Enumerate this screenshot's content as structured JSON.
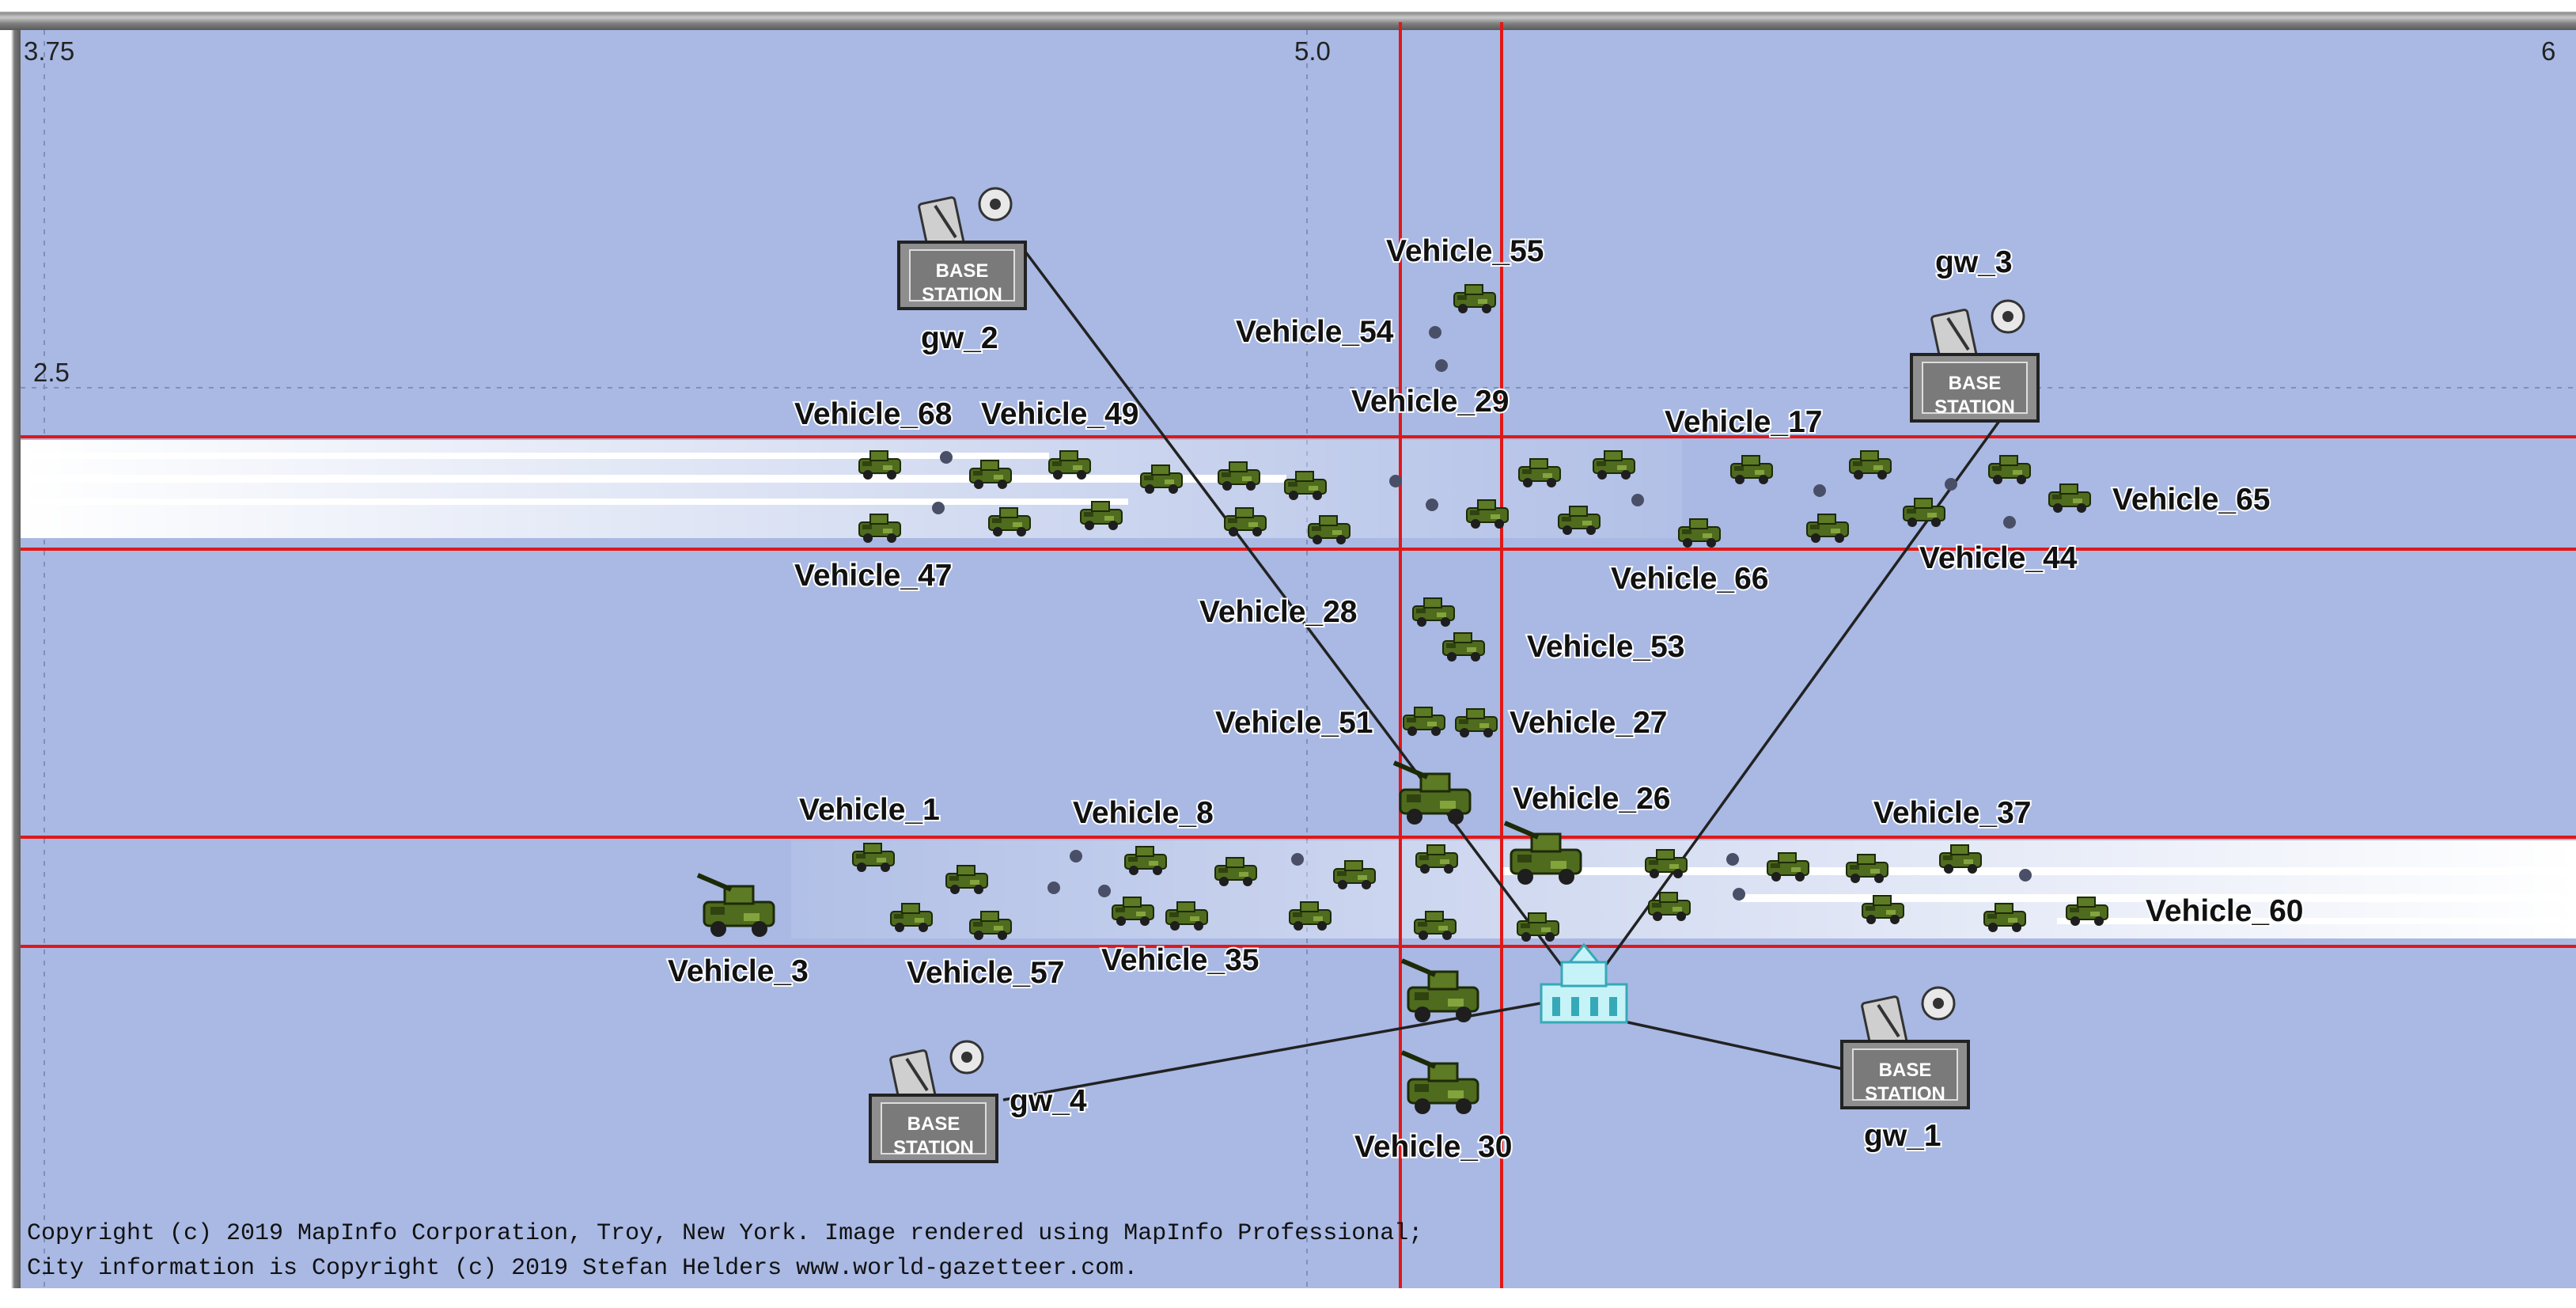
{
  "axis": {
    "x_labels": [
      "3.75",
      "5.0",
      "6"
    ],
    "y_labels": [
      "2.5"
    ]
  },
  "colors": {
    "map_bg": "#a9b9e4",
    "highway_line": "#e01818",
    "link_line": "#222222",
    "vehicle": "#4f6b1e"
  },
  "icons": {
    "gateway": "base-station-icon",
    "server": "server-building-icon",
    "vehicle": "military-vehicle-icon"
  },
  "gateways": [
    {
      "id": "gw_1",
      "label": "gw_1",
      "sign_line1": "BASE",
      "sign_line2": "STATION"
    },
    {
      "id": "gw_2",
      "label": "gw_2",
      "sign_line1": "BASE",
      "sign_line2": "STATION"
    },
    {
      "id": "gw_3",
      "label": "gw_3",
      "sign_line1": "BASE",
      "sign_line2": "STATION"
    },
    {
      "id": "gw_4",
      "label": "gw_4",
      "sign_line1": "BASE",
      "sign_line2": "STATION"
    }
  ],
  "vehicle_labels": {
    "v55": "Vehicle_55",
    "v54": "Vehicle_54",
    "v29": "Vehicle_29",
    "v68": "Vehicle_68",
    "v49": "Vehicle_49",
    "v17": "Vehicle_17",
    "v65": "Vehicle_65",
    "v47": "Vehicle_47",
    "v66": "Vehicle_66",
    "v44": "Vehicle_44",
    "v28": "Vehicle_28",
    "v53": "Vehicle_53",
    "v51": "Vehicle_51",
    "v27": "Vehicle_27",
    "v26": "Vehicle_26",
    "v1": "Vehicle_1",
    "v8": "Vehicle_8",
    "v37": "Vehicle_37",
    "v3": "Vehicle_3",
    "v57": "Vehicle_57",
    "v35": "Vehicle_35",
    "v60": "Vehicle_60",
    "v30": "Vehicle_30"
  },
  "copyright": {
    "line1": "Copyright (c) 2019 MapInfo Corporation, Troy, New York. Image rendered using MapInfo Professional;",
    "line2": "City information is Copyright (c) 2019 Stefan Helders www.world-gazetteer.com."
  }
}
